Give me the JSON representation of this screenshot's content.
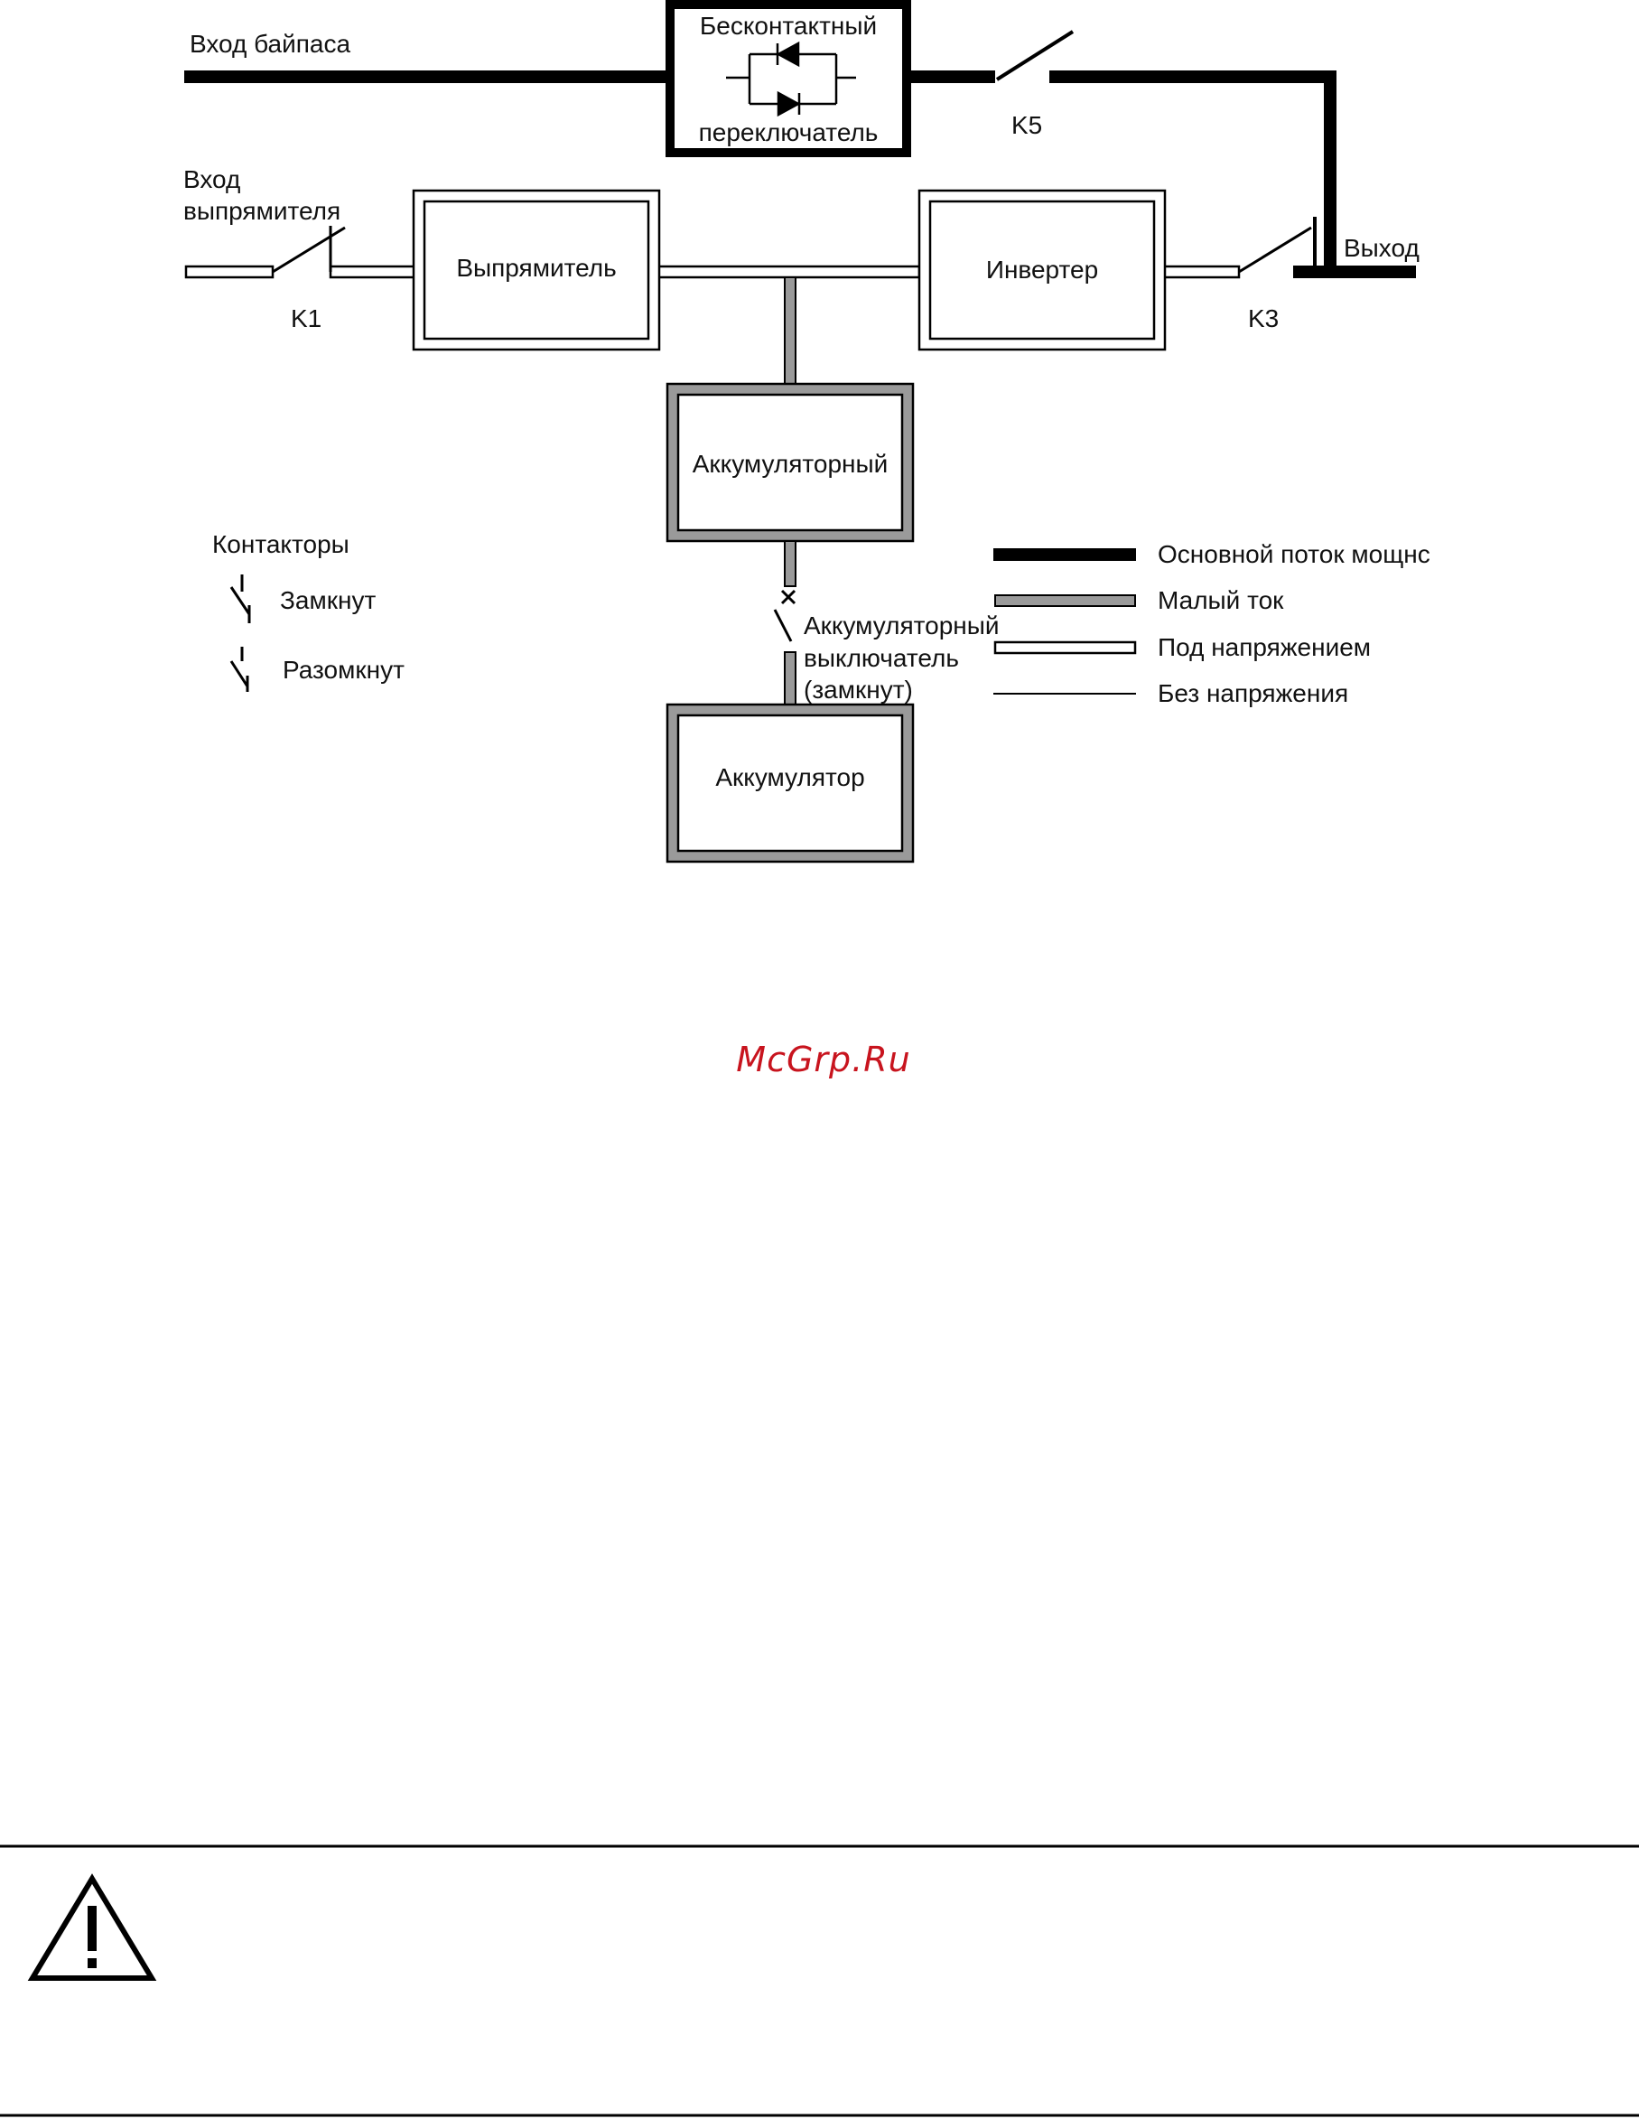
{
  "colors": {
    "main_flow": "#000000",
    "small_current": "#9a9a9a",
    "energized_fill": "#ffffff",
    "line": "#000000",
    "watermark": "#c8141e"
  },
  "diagram": {
    "bypass_input": "Вход байпаса",
    "static_switch": {
      "line1": "Бесконтактный",
      "line2": "переключатель"
    },
    "rectifier_input": {
      "line1": "Вход",
      "line2": "выпрямителя"
    },
    "rectifier": "Выпрямитель",
    "inverter": "Инвертер",
    "battery_module": "Аккумуляторный",
    "battery": "Аккумулятор",
    "output": "Выход",
    "k1": "K1",
    "k3": "K3",
    "k5": "K5",
    "battery_breaker": {
      "line1": "Аккумуляторный",
      "line2": "выключатель",
      "line3": "(замкнут)"
    }
  },
  "contactors": {
    "title": "Контакторы",
    "closed": "Замкнут",
    "open": "Разомкнут"
  },
  "legend": {
    "main_flow": "Основной поток мощнс",
    "small_current": "Малый ток",
    "energized": "Под напряжением",
    "de_energized": "Без напряжения"
  },
  "watermark": "McGrp.Ru",
  "warning": {
    "icon": "warning-triangle-icon"
  }
}
